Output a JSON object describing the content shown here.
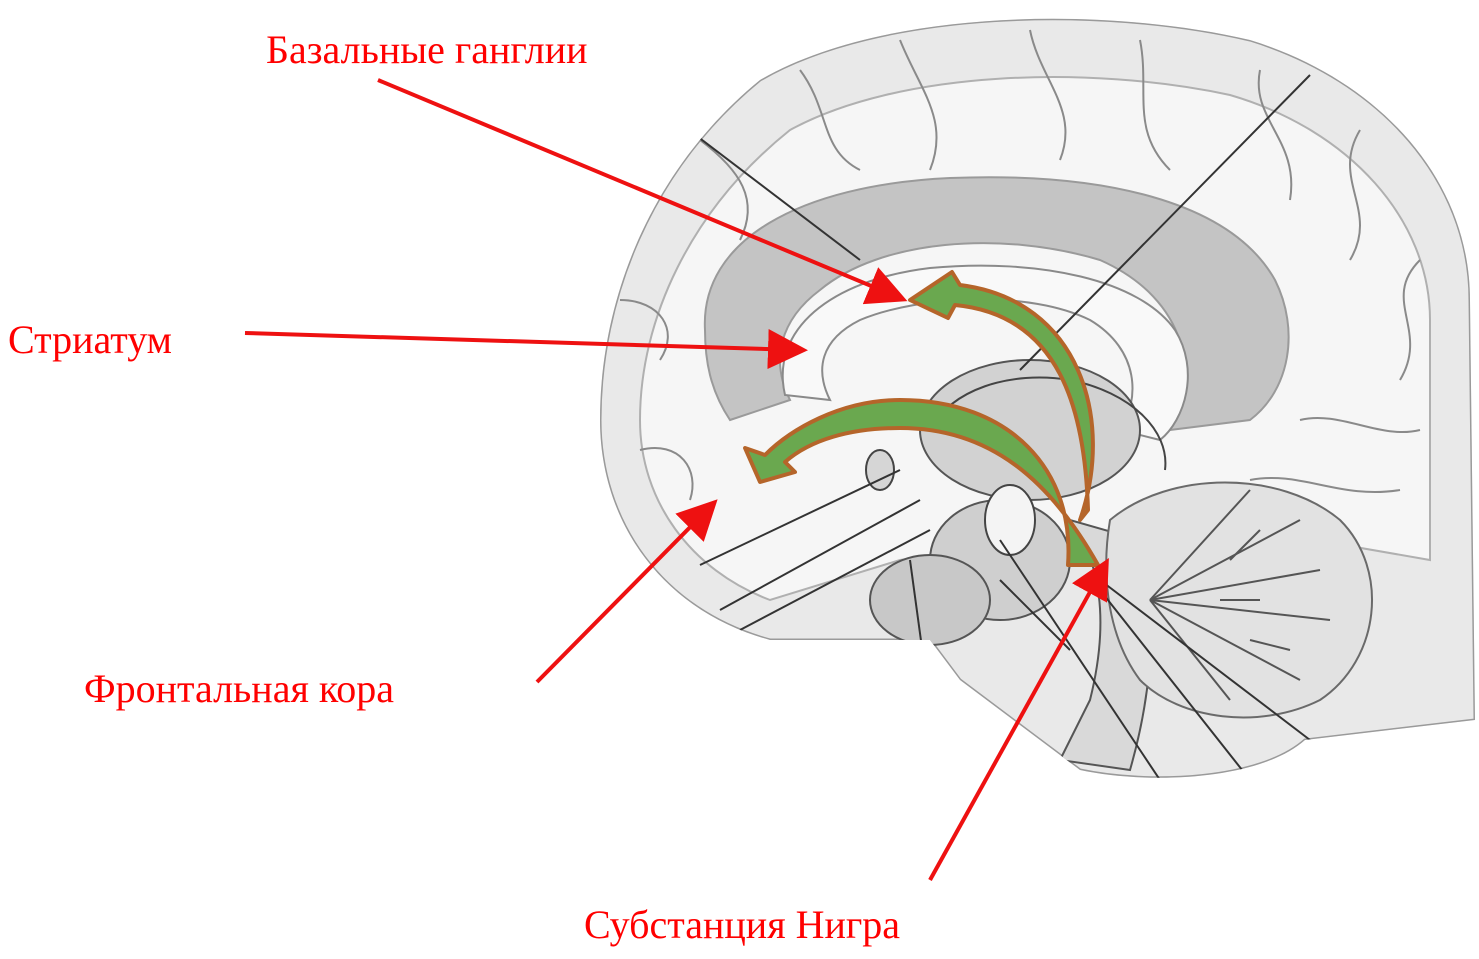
{
  "labels": {
    "basal_ganglia": "Базальные ганглии",
    "striatum": "Стриатум",
    "frontal_cortex": "Фронтальная кора",
    "substantia_nigra": "Субстанция Нигра"
  },
  "colors": {
    "label_text": "#ff0000",
    "pointer_arrow": "#ee1111",
    "pathway_fill": "#6aa84f",
    "pathway_outline": "#b5652a",
    "brain_gray": "#c9c9c9",
    "brain_light": "#ececec",
    "brain_lines": "#444444"
  }
}
